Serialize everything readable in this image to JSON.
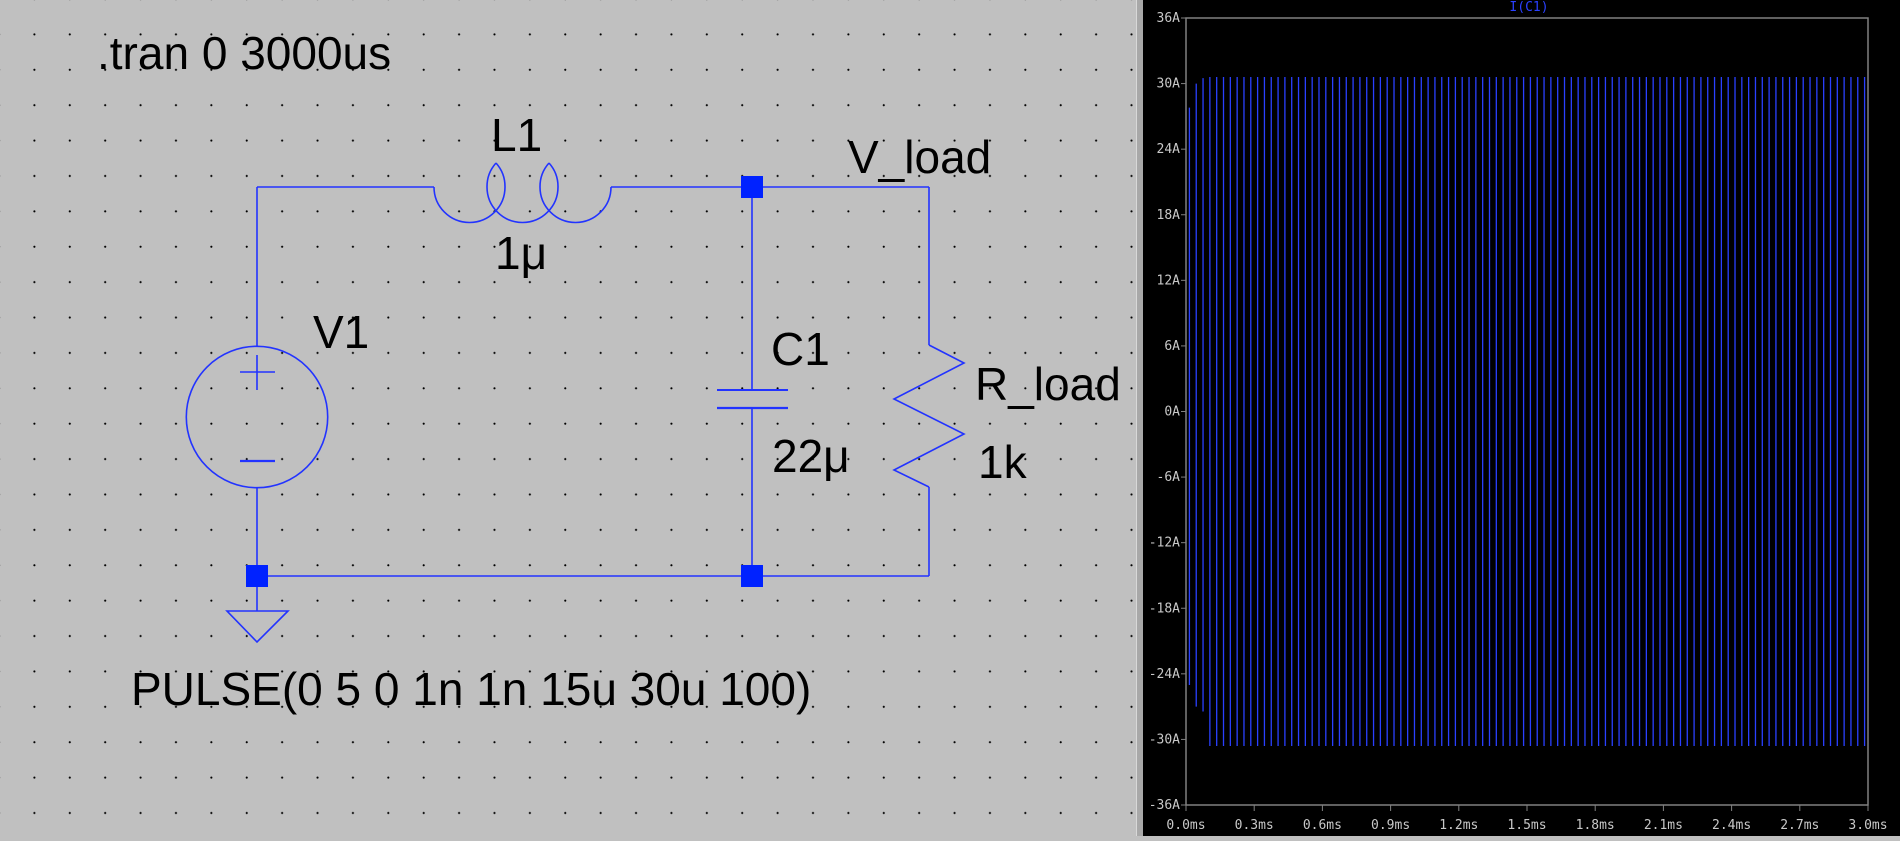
{
  "schematic": {
    "directive": ".tran 0 3000us",
    "inductor": {
      "name": "L1",
      "value": "1μ"
    },
    "source": {
      "name": "V1",
      "value": "PULSE(0 5 0 1n 1n 15u 30u 100)"
    },
    "capacitor": {
      "name": "C1",
      "value": "22μ"
    },
    "resistor": {
      "name": "R_load",
      "value": "1k"
    },
    "net_label": "V_load",
    "colors": {
      "background": "#c0c0c0",
      "wire": "#2233ff",
      "junction": "#0022ff",
      "text": "#000000"
    }
  },
  "plot": {
    "colors": {
      "background": "#000000",
      "trace": "#2a40ff",
      "axis": "#808080",
      "tick_text": "#c8c8c8"
    },
    "chart_data": {
      "type": "line",
      "title": "I(C1)",
      "xlabel": "",
      "ylabel": "",
      "xlim": [
        0.0,
        3.0
      ],
      "ylim": [
        -36,
        36
      ],
      "x_unit": "ms",
      "x_ticks": [
        "0.0ms",
        "0.3ms",
        "0.6ms",
        "0.9ms",
        "1.2ms",
        "1.5ms",
        "1.8ms",
        "2.1ms",
        "2.4ms",
        "2.7ms",
        "3.0ms"
      ],
      "y_ticks": [
        "36A",
        "30A",
        "24A",
        "18A",
        "12A",
        "6A",
        "0A",
        "-6A",
        "-12A",
        "-18A",
        "-24A",
        "-30A",
        "-36A"
      ],
      "grid": false,
      "series": [
        {
          "name": "I(C1)",
          "description_of_shape": "dense oscillation, one swing per 30us pulse period",
          "cycles": 100,
          "period_ms": 0.03,
          "first_peaks_A": [
            27.8,
            30.0,
            30.5
          ],
          "steady_peak_A": 30.6,
          "steady_trough_A": -30.6
        }
      ]
    }
  }
}
